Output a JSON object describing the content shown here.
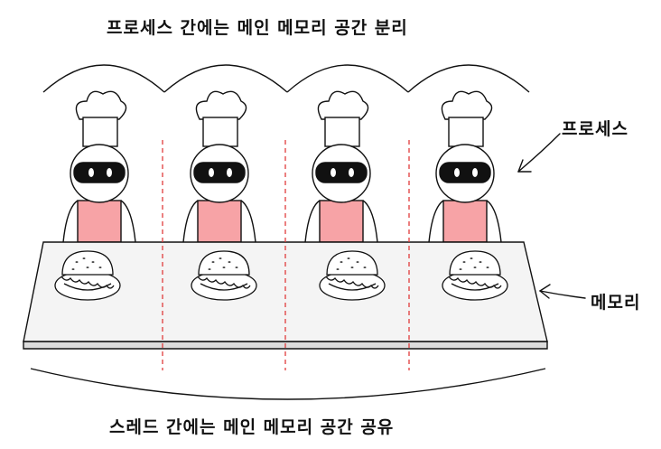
{
  "diagram": {
    "top_title": "프로세스 간에는 메인 메모리 공간 분리",
    "bottom_title": "스레드 간에는 메인 메모리 공간 공유",
    "process_label": "프로세스",
    "memory_label": "메모리",
    "process_count": 4
  },
  "colors": {
    "outline": "#111111",
    "apron": "#f7a3a6",
    "table": "#f4f4f4",
    "table_edge": "#dcdcdc",
    "divider": "#e03b3b",
    "visor": "#111111",
    "bun": "#ffffff"
  },
  "icons": [
    "chef-robot-icon",
    "burger-icon",
    "arrow-icon"
  ]
}
